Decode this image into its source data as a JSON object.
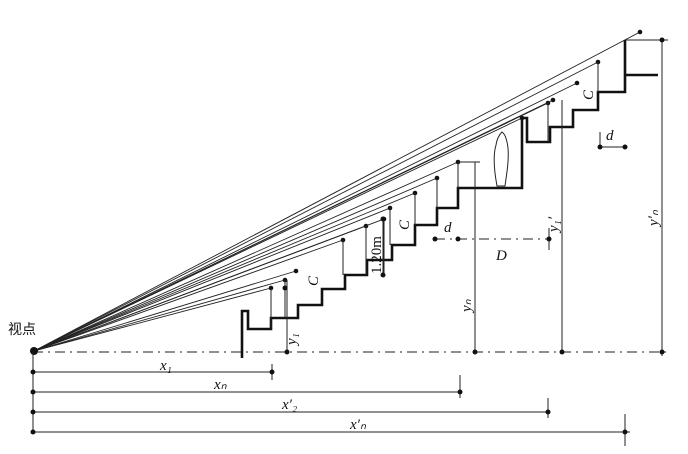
{
  "labels": {
    "viewpoint": "视点",
    "x1": "x₁",
    "xn": "xₙ",
    "x2p": "x′₂",
    "xnp": "x′ₙ",
    "y1": "y₁",
    "yn": "yₙ",
    "y1p": "y₁′",
    "ynp": "y′ₙ",
    "D": "D",
    "d_lower": "d",
    "d_upper": "d",
    "C_1": "C",
    "C_2": "C",
    "C_3": "C",
    "height": "1.20m"
  }
}
